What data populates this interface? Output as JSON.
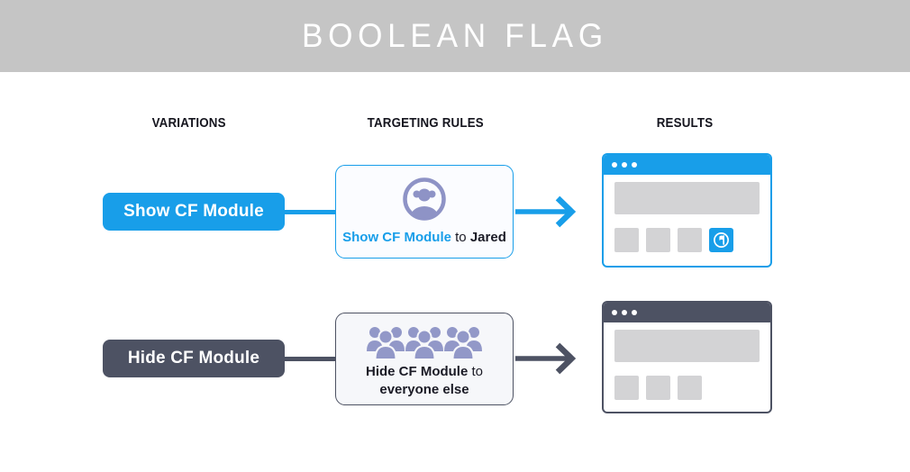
{
  "banner": {
    "title": "BOOLEAN FLAG"
  },
  "headers": {
    "variations": "VARIATIONS",
    "targeting_rules": "TARGETING RULES",
    "results": "RESULTS"
  },
  "colors": {
    "blue_accent": "#189EE9",
    "slate_accent": "#4D5263",
    "icon_purple": "#9298C8",
    "banner_bg": "#C5C5C5",
    "placeholder_gray": "#D3D3D5"
  },
  "rows": [
    {
      "variation_label": "Show CF Module",
      "rule": {
        "icon": "user-circle-icon",
        "flag_text": "Show CF Module",
        "connector_word": "to",
        "audience": "Jared"
      },
      "result": {
        "module_present": true,
        "module_icon": "flag-icon"
      }
    },
    {
      "variation_label": "Hide CF Module",
      "rule": {
        "icon": "crowd-icon",
        "flag_text": "Hide CF Module",
        "connector_word": "to",
        "audience": "everyone else"
      },
      "result": {
        "module_present": false
      }
    }
  ]
}
